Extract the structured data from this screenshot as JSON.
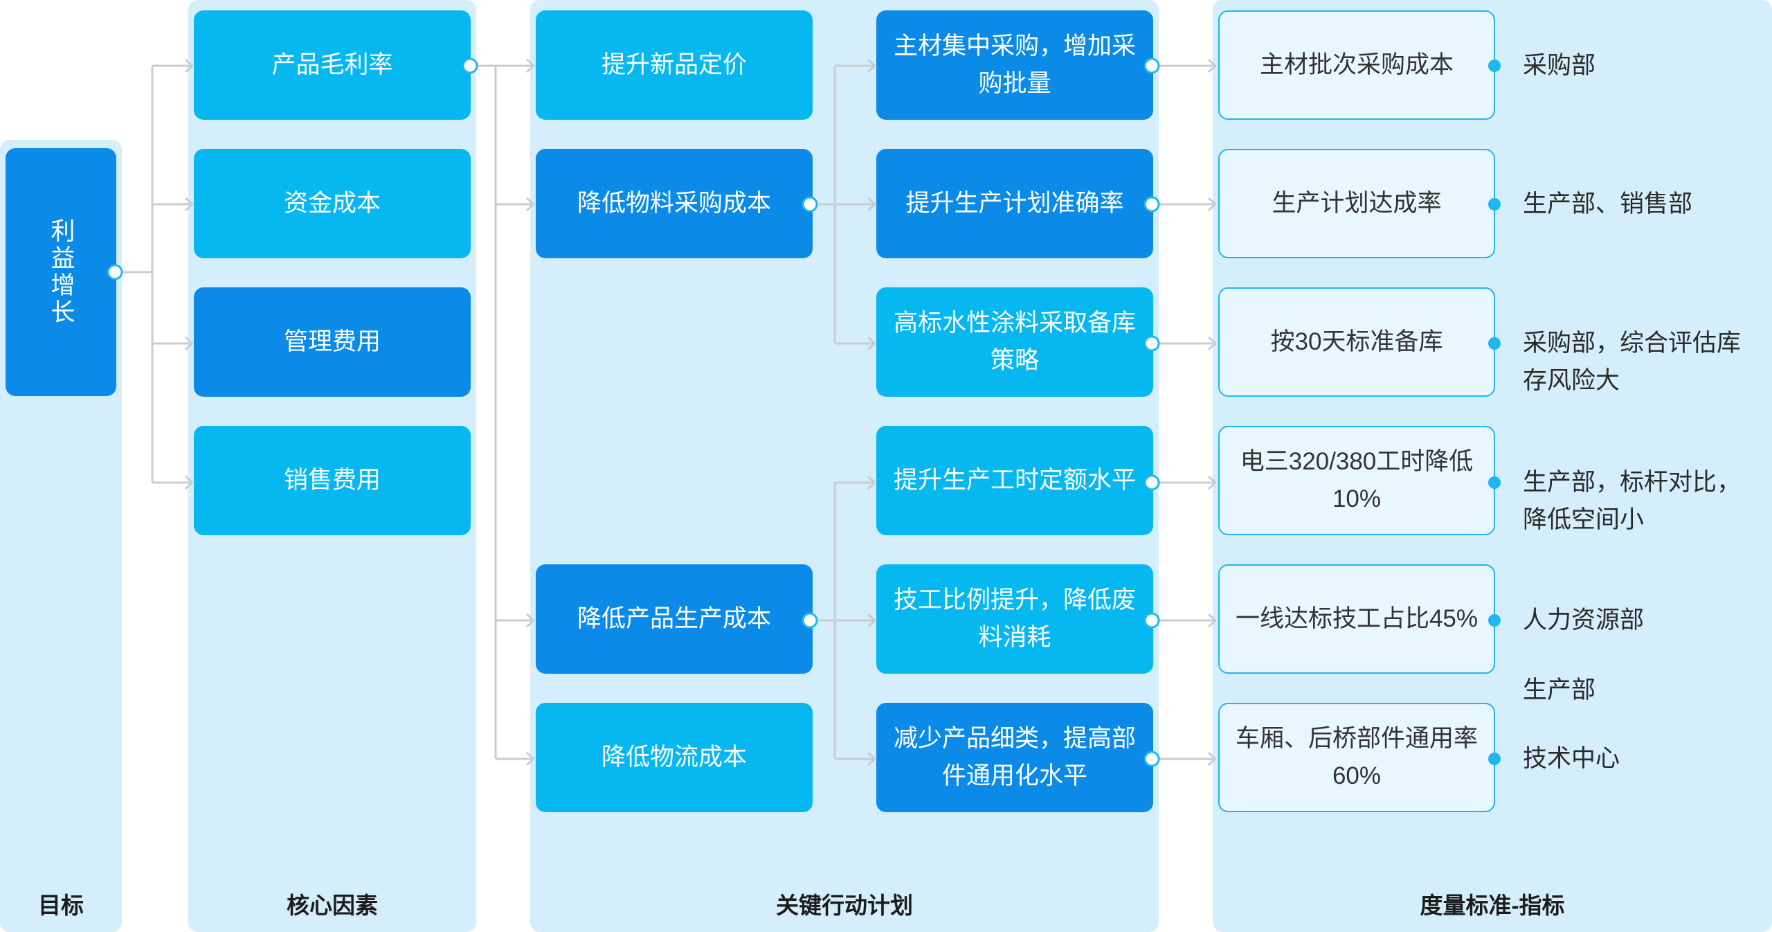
{
  "columns": {
    "goal": "目标",
    "factors": "核心因素",
    "actions": "关键行动计划",
    "metrics": "度量标准-指标"
  },
  "goal": "利益增长",
  "factors": [
    "产品毛利率",
    "资金成本",
    "管理费用",
    "销售费用"
  ],
  "strategies": [
    "提升新品定价",
    "降低物料采购成本",
    "降低产品生产成本",
    "降低物流成本"
  ],
  "actions": [
    "主材集中采购，增加采购批量",
    "提升生产计划准确率",
    "高标水性涂料采取备库策略",
    "提升生产工时定额水平",
    "技工比例提升，降低废料消耗",
    "减少产品细类，提高部件通用化水平"
  ],
  "metrics": [
    "主材批次采购成本",
    "生产计划达成率",
    "按30天标准备库",
    "电三320/380工时降低10%",
    "一线达标技工占比45%",
    "车厢、后桥部件通用率60%"
  ],
  "owners": [
    "采购部",
    "生产部、销售部",
    "采购部，综合评估库存风险大",
    "生产部，标杆对比，降低空间小",
    "人力资源部",
    "生产部",
    "技术中心"
  ],
  "colors": {
    "column_bg": "#d5eefb",
    "light_box": "#06b8ef",
    "dark_box": "#0b8ae8",
    "metric_border": "#1fb7ee",
    "connector": "#c8cdd1"
  }
}
